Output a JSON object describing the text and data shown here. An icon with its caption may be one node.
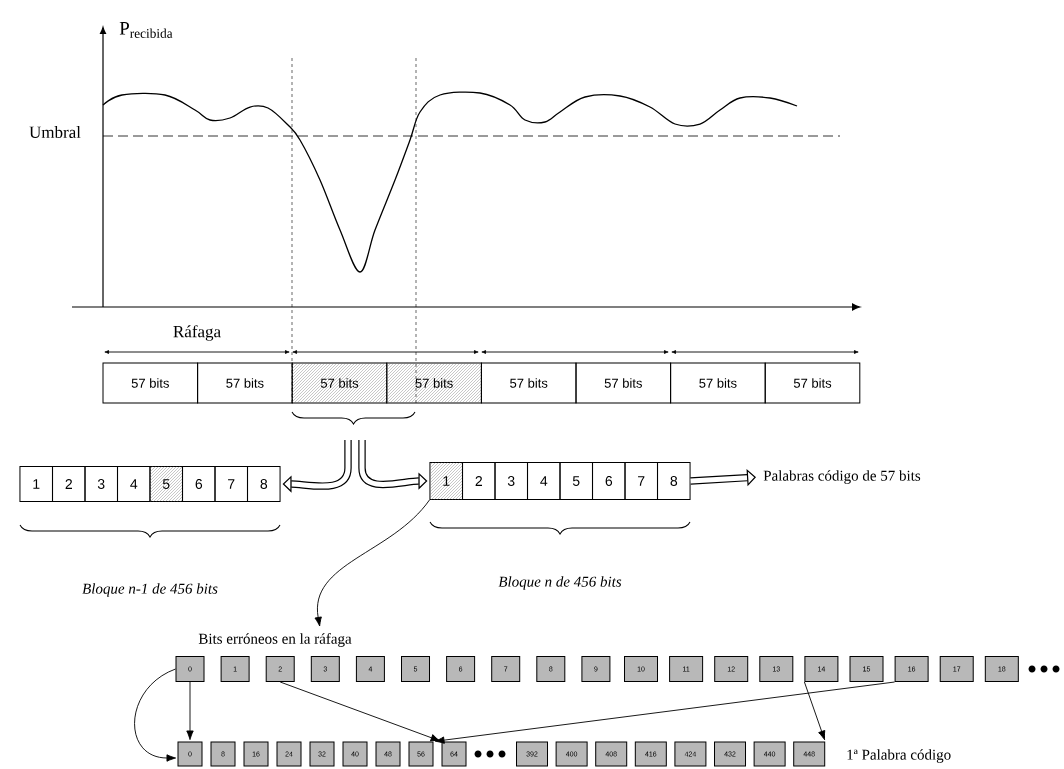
{
  "diagram": {
    "nodes": [
      {
        "text": [
          "57 bits"
        ]
      },
      {
        "text": [
          "57 bits"
        ]
      },
      {
        "text": [
          "57 bits"
        ]
      },
      {
        "text": [
          "57 bits"
        ]
      },
      {
        "text": [
          "57 bits"
        ]
      },
      {
        "text": [
          "57 bits"
        ]
      },
      {
        "text": [
          "57 bits"
        ]
      },
      {
        "text": [
          "57 bits"
        ]
      },
      {
        "text": [
          "1"
        ]
      },
      {
        "text": [
          "2"
        ]
      },
      {
        "text": [
          "3"
        ]
      },
      {
        "text": [
          "4"
        ]
      },
      {
        "text": [
          "5"
        ]
      },
      {
        "text": [
          "6"
        ]
      },
      {
        "text": [
          "7"
        ]
      },
      {
        "text": [
          "8"
        ]
      },
      {
        "text": [
          "1"
        ]
      },
      {
        "text": [
          "2"
        ]
      },
      {
        "text": [
          "3"
        ]
      },
      {
        "text": [
          "4"
        ]
      },
      {
        "text": [
          "5"
        ]
      },
      {
        "text": [
          "6"
        ]
      },
      {
        "text": [
          "7"
        ]
      },
      {
        "text": [
          "8"
        ]
      },
      {
        "text": [
          "0"
        ]
      },
      {
        "text": [
          "1"
        ]
      },
      {
        "text": [
          "2"
        ]
      },
      {
        "text": [
          "3"
        ]
      },
      {
        "text": [
          "4"
        ]
      },
      {
        "text": [
          "5"
        ]
      },
      {
        "text": [
          "6"
        ]
      },
      {
        "text": [
          "7"
        ]
      },
      {
        "text": [
          "8"
        ]
      },
      {
        "text": [
          "9"
        ]
      },
      {
        "text": [
          "10"
        ]
      },
      {
        "text": [
          "11"
        ]
      },
      {
        "text": [
          "12"
        ]
      },
      {
        "text": [
          "13"
        ]
      },
      {
        "text": [
          "14"
        ]
      },
      {
        "text": [
          "15"
        ]
      },
      {
        "text": [
          "16"
        ]
      },
      {
        "text": [
          "17"
        ]
      },
      {
        "text": [
          "18"
        ]
      },
      {
        "text": [
          "0"
        ]
      },
      {
        "text": [
          "8"
        ]
      },
      {
        "text": [
          "16"
        ]
      },
      {
        "text": [
          "24"
        ]
      },
      {
        "text": [
          "32"
        ]
      },
      {
        "text": [
          "40"
        ]
      },
      {
        "text": [
          "48"
        ]
      },
      {
        "text": [
          "56"
        ]
      },
      {
        "text": [
          "64"
        ]
      },
      {
        "text": [
          "392"
        ]
      },
      {
        "text": [
          "400"
        ]
      },
      {
        "text": [
          "408"
        ]
      },
      {
        "text": [
          "416"
        ]
      },
      {
        "text": [
          "424"
        ]
      },
      {
        "text": [
          "432"
        ]
      },
      {
        "text": [
          "440"
        ]
      },
      {
        "text": [
          "448"
        ]
      },
      {
        "text": [
          "Bits erróneos en la ráfaga"
        ]
      },
      {
        "text": [
          "Palabras código de 57 bits"
        ]
      }
    ],
    "edges": [
      {
        "from": null,
        "to": 15,
        "arrow": "to",
        "style": "thick"
      },
      {
        "from": null,
        "to": 16,
        "arrow": "to",
        "style": "thick"
      },
      {
        "from": 23,
        "to": 61,
        "arrow": "to",
        "style": "thick"
      },
      {
        "from": 16,
        "to": 60,
        "arrow": "to"
      },
      {
        "from": 24,
        "to": 43,
        "arrow": "to"
      },
      {
        "from": 24,
        "to": 43,
        "arrow": "to"
      },
      {
        "from": 26,
        "to": 51,
        "arrow": "to"
      },
      {
        "from": 40,
        "to": 50,
        "arrow": "to"
      },
      {
        "from": 38,
        "to": 59,
        "arrow": "to"
      }
    ],
    "labels": [
      "P$_{recibida}$",
      "Umbral",
      "Ráfaga",
      "Bloque n-1 de 456 bits",
      "Bloque n de 456 bits",
      "1ª Palabra código"
    ]
  }
}
